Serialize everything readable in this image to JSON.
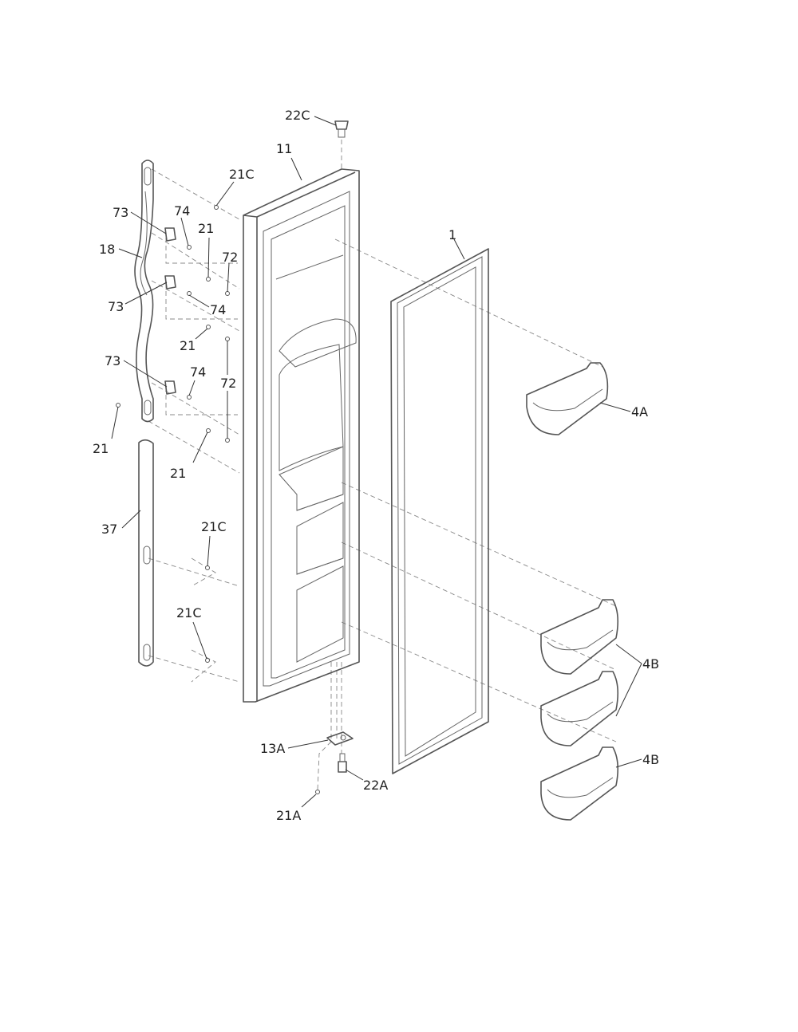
{
  "callouts": {
    "c_22C": "22C",
    "c_11": "11",
    "c_21C_top": "21C",
    "c_73_a": "73",
    "c_74_a": "74",
    "c_18": "18",
    "c_21_a": "21",
    "c_72_a": "72",
    "c_1": "1",
    "c_73_b": "73",
    "c_74_b": "74",
    "c_21_b": "21",
    "c_73_c": "73",
    "c_74_c": "74",
    "c_72_b": "72",
    "c_4A": "4A",
    "c_21_c": "21",
    "c_21_d": "21",
    "c_37": "37",
    "c_21C_mid": "21C",
    "c_21C_low": "21C",
    "c_4B_a": "4B",
    "c_13A": "13A",
    "c_4B_b": "4B",
    "c_22A": "22A",
    "c_21A": "21A"
  }
}
